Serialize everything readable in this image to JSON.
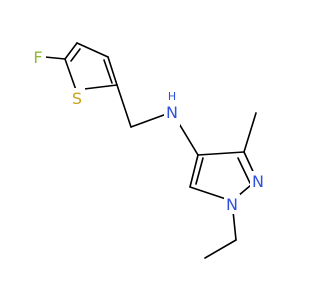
{
  "molecule": {
    "atoms": {
      "fluorine": "F",
      "sulfur": "S",
      "amine_n": "N",
      "amine_h": "H",
      "pyrazole_n2": "N",
      "pyrazole_n1": "N"
    }
  },
  "colors": {
    "bond": "#000000",
    "fluorine": "#8fba3a",
    "sulfur": "#c8a21b",
    "nitrogen": "#3050e0",
    "background": "#ffffff"
  }
}
